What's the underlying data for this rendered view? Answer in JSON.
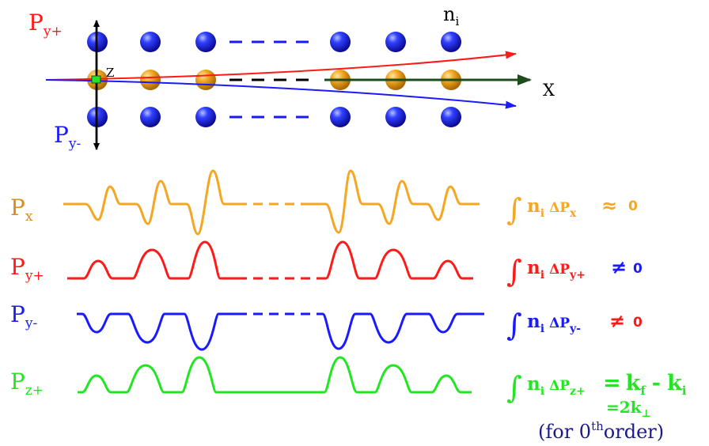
{
  "colors": {
    "px": "#f5a623",
    "py_plus": "#ff1a1a",
    "py_minus": "#1a1aff",
    "pz_plus": "#22e622",
    "axis": "#000000",
    "beam": "#1d4d1d",
    "atom_blue": "#1f2fff",
    "atom_orange": "#f5a623"
  },
  "lattice": {
    "axis_z_label": "Z",
    "axis_x_label": "X",
    "density_label": {
      "base": "n",
      "sub": "i"
    },
    "py_plus_label": {
      "base": "P",
      "sub": "y+"
    },
    "py_minus_label": {
      "base": "P",
      "sub": "y-"
    }
  },
  "waveforms": [
    {
      "name": "px",
      "label": {
        "base": "P",
        "sub": "x"
      },
      "integral": {
        "base": "n",
        "sub": "i",
        "delta": "ΔP",
        "delta_sub": "x",
        "relation": "≈",
        "rhs": "0"
      }
    },
    {
      "name": "py-plus",
      "label": {
        "base": "P",
        "sub": "y+"
      },
      "integral": {
        "base": "n",
        "sub": "i",
        "delta": "ΔP",
        "delta_sub": "y+",
        "relation": "≠",
        "rhs": "0"
      }
    },
    {
      "name": "py-minus",
      "label": {
        "base": "P",
        "sub": "y-"
      },
      "integral": {
        "base": "n",
        "sub": "i",
        "delta": "ΔP",
        "delta_sub": "y-",
        "relation": "≠",
        "rhs": "0"
      }
    },
    {
      "name": "pz-plus",
      "label": {
        "base": "P",
        "sub": "z+"
      },
      "integral": {
        "base": "n",
        "sub": "i",
        "delta": "ΔP",
        "delta_sub": "z+",
        "relation": "=",
        "rhs_a": "k",
        "rhs_a_sub": "f",
        "minus": "-",
        "rhs_b": "k",
        "rhs_b_sub": "i"
      }
    }
  ],
  "footnote": {
    "eq": "=2k",
    "eq_sub": "⊥",
    "text_prefix": "(for 0",
    "text_sup": "th",
    "text_suffix": "order)"
  }
}
